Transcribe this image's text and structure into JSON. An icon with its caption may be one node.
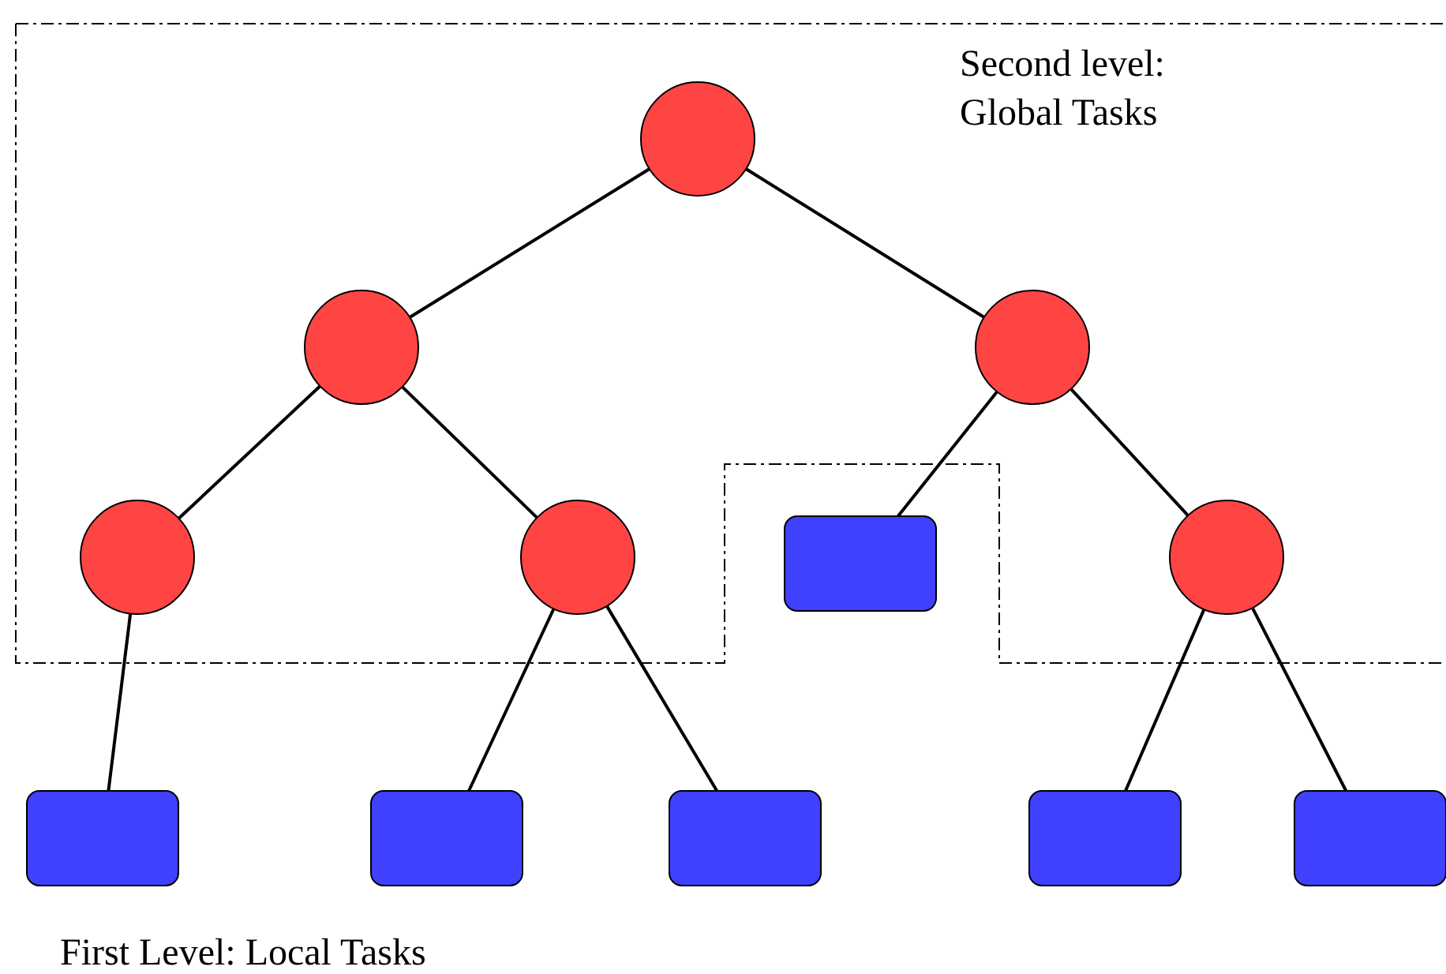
{
  "diagram": {
    "nodes": [
      {
        "text": [],
        "shape": "circle"
      },
      {
        "text": [],
        "shape": "circle"
      },
      {
        "text": [],
        "shape": "circle"
      },
      {
        "text": [],
        "shape": "circle"
      },
      {
        "text": [],
        "shape": "circle"
      },
      {
        "text": [],
        "shape": "box"
      },
      {
        "text": [],
        "shape": "circle"
      },
      {
        "text": [],
        "shape": "box"
      },
      {
        "text": [],
        "shape": "box"
      },
      {
        "text": [],
        "shape": "box"
      },
      {
        "text": [],
        "shape": "box"
      },
      {
        "text": [],
        "shape": "box"
      }
    ],
    "edges": [
      {
        "from": 0,
        "to": 1,
        "arrow": "none"
      },
      {
        "from": 0,
        "to": 2,
        "arrow": "none"
      },
      {
        "from": 1,
        "to": 3,
        "arrow": "none"
      },
      {
        "from": 1,
        "to": 4,
        "arrow": "none"
      },
      {
        "from": 2,
        "to": 5,
        "arrow": "none"
      },
      {
        "from": 2,
        "to": 6,
        "arrow": "none"
      },
      {
        "from": 3,
        "to": 7,
        "arrow": "none"
      },
      {
        "from": 4,
        "to": 8,
        "arrow": "none"
      },
      {
        "from": 4,
        "to": 9,
        "arrow": "none"
      },
      {
        "from": 6,
        "to": 10,
        "arrow": "none"
      },
      {
        "from": 6,
        "to": 11,
        "arrow": "none"
      }
    ],
    "labels": [
      "Second level: Global Tasks",
      "First Level: Local Tasks"
    ]
  }
}
